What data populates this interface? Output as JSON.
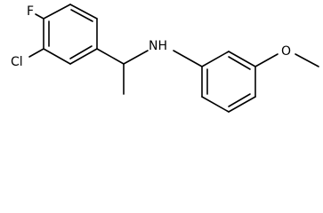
{
  "molecule": {
    "atoms": {
      "fluorine": "F",
      "chlorine": "Cl",
      "amine": "NH",
      "oxygen": "O"
    }
  }
}
